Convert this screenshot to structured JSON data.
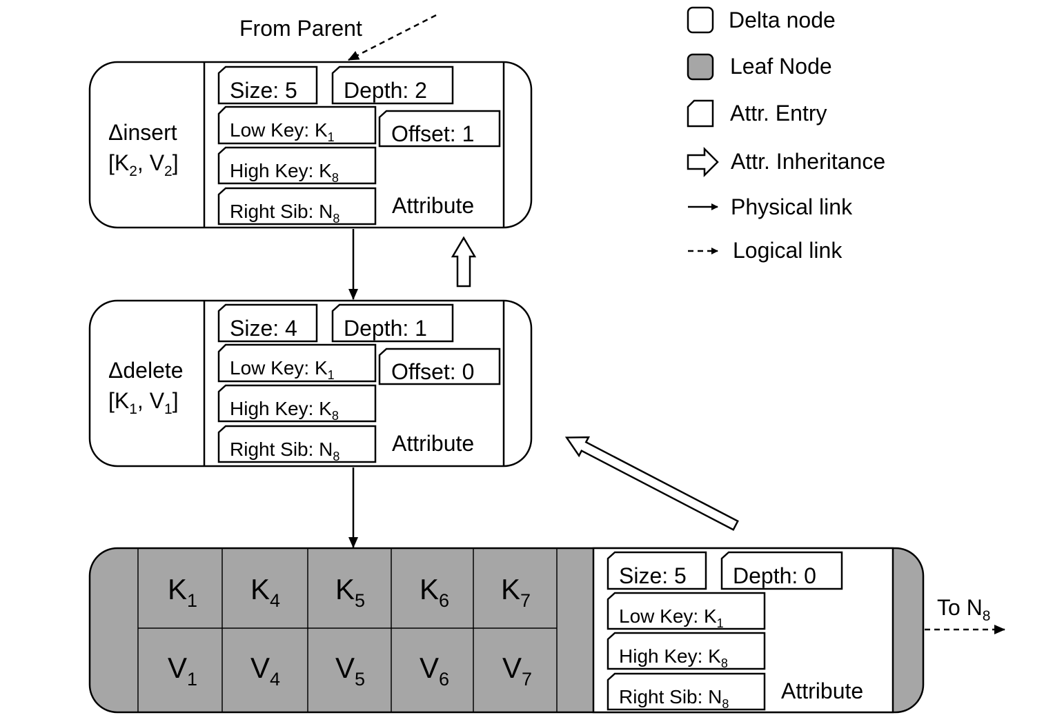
{
  "colors": {
    "leaf_fill": "#a6a6a6",
    "delta_fill": "#ffffff",
    "line": "#000000"
  },
  "from_parent": "From Parent",
  "to_n8": {
    "text": "To N",
    "sub": "8"
  },
  "legend": {
    "delta_node": "Delta node",
    "leaf_node": "Leaf Node",
    "attr_entry": "Attr. Entry",
    "attr_inheritance": "Attr. Inheritance",
    "physical_link": "Physical link",
    "logical_link": "Logical link"
  },
  "insert_node": {
    "op": "Δinsert",
    "kv": {
      "open": "[K",
      "k_sub": "2",
      "mid": ", V",
      "v_sub": "2",
      "close": "]"
    },
    "size": "Size: 5",
    "depth": "Depth: 2",
    "low_key": {
      "text": "Low Key: K",
      "sub": "1"
    },
    "offset": "Offset: 1",
    "high_key": {
      "text": "High Key: K",
      "sub": "8"
    },
    "right_sib": {
      "text": "Right Sib: N",
      "sub": "8"
    },
    "attribute": "Attribute"
  },
  "delete_node": {
    "op": "Δdelete",
    "kv": {
      "open": "[K",
      "k_sub": "1",
      "mid": ", V",
      "v_sub": "1",
      "close": "]"
    },
    "size": "Size: 4",
    "depth": "Depth: 1",
    "low_key": {
      "text": "Low Key: K",
      "sub": "1"
    },
    "offset": "Offset: 0",
    "high_key": {
      "text": "High Key: K",
      "sub": "8"
    },
    "right_sib": {
      "text": "Right Sib: N",
      "sub": "8"
    },
    "attribute": "Attribute"
  },
  "leaf_node": {
    "keys": [
      {
        "letter": "K",
        "sub": "1"
      },
      {
        "letter": "K",
        "sub": "4"
      },
      {
        "letter": "K",
        "sub": "5"
      },
      {
        "letter": "K",
        "sub": "6"
      },
      {
        "letter": "K",
        "sub": "7"
      }
    ],
    "values": [
      {
        "letter": "V",
        "sub": "1"
      },
      {
        "letter": "V",
        "sub": "4"
      },
      {
        "letter": "V",
        "sub": "5"
      },
      {
        "letter": "V",
        "sub": "6"
      },
      {
        "letter": "V",
        "sub": "7"
      }
    ],
    "size": "Size: 5",
    "depth": "Depth: 0",
    "low_key": {
      "text": "Low Key: K",
      "sub": "1"
    },
    "high_key": {
      "text": "High Key: K",
      "sub": "8"
    },
    "right_sib": {
      "text": "Right Sib: N",
      "sub": "8"
    },
    "attribute": "Attribute"
  }
}
